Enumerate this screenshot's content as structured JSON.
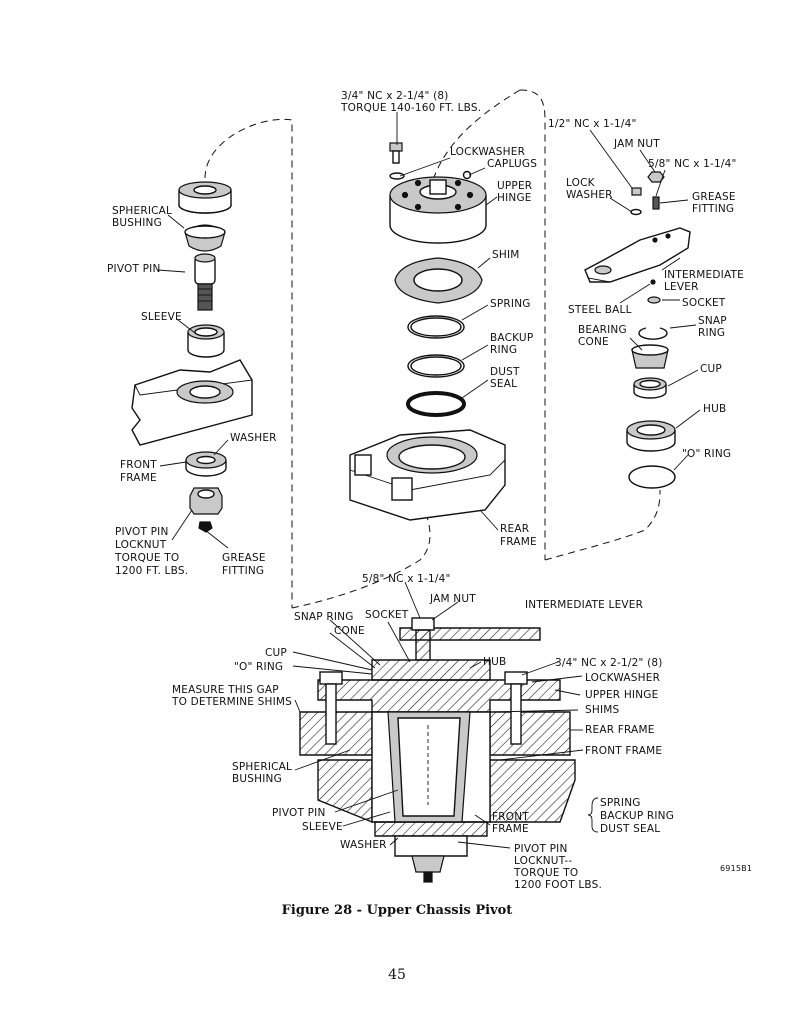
{
  "figure": {
    "caption": "Figure 28 - Upper Chassis Pivot",
    "code": "6915B1",
    "page_number": "45"
  },
  "labels": {
    "spherical_bushing": [
      "SPHERICAL",
      "BUSHING"
    ],
    "pivot_pin": "PIVOT PIN",
    "sleeve": "SLEEVE",
    "front_frame": [
      "FRONT",
      "FRAME"
    ],
    "washer": "WASHER",
    "pivot_pin_locknut": [
      "PIVOT PIN",
      "LOCKNUT",
      "TORQUE TO",
      "1200 FT. LBS."
    ],
    "grease_fitting_left": [
      "GREASE",
      "FITTING"
    ],
    "bolt_top": [
      "3/4\" NC x 2-1/4\" (8)",
      "TORQUE 140-160 FT. LBS."
    ],
    "lockwasher": "LOCKWASHER",
    "caplugs": "CAPLUGS",
    "upper_hinge": [
      "UPPER",
      "HINGE"
    ],
    "shim": "SHIM",
    "spring": "SPRING",
    "backup_ring": [
      "BACKUP",
      "RING"
    ],
    "dust_seal": [
      "DUST",
      "SEAL"
    ],
    "rear_frame": [
      "REAR",
      "FRAME"
    ],
    "half_bolt": "1/2\" NC x 1-1/4\"",
    "jam_nut": "JAM NUT",
    "five_eighths_bolt": "5/8\" NC x 1-1/4\"",
    "lock_washer": [
      "LOCK",
      "WASHER"
    ],
    "grease_fitting_right": [
      "GREASE",
      "FITTING"
    ],
    "intermediate_lever": [
      "INTERMEDIATE",
      "LEVER"
    ],
    "steel_ball": "STEEL BALL",
    "socket": "SOCKET",
    "bearing_cone": [
      "BEARING",
      "CONE"
    ],
    "snap_ring": [
      "SNAP",
      "RING"
    ],
    "cup": "CUP",
    "hub": "HUB",
    "o_ring": "\"O\" RING"
  },
  "section_labels": {
    "five_eighths_bolt": "5/8\" NC x 1-1/4\"",
    "jam_nut": "JAM NUT",
    "snap_ring": "SNAP RING",
    "socket": "SOCKET",
    "intermediate_lever": "INTERMEDIATE LEVER",
    "cone": "CONE",
    "cup": "CUP",
    "o_ring": "\"O\" RING",
    "hub": "HUB",
    "bolt": "3/4\" NC x 2-1/2\" (8)",
    "measure_gap": [
      "MEASURE THIS GAP",
      "TO DETERMINE SHIMS"
    ],
    "lockwasher": "LOCKWASHER",
    "upper_hinge": "UPPER HINGE",
    "shims": "SHIMS",
    "rear_frame": "REAR FRAME",
    "front_frame_right": "FRONT FRAME",
    "spherical_bushing": [
      "SPHERICAL",
      "BUSHING"
    ],
    "spring_group": [
      "SPRING",
      "BACKUP RING",
      "DUST SEAL"
    ],
    "pivot_pin": "PIVOT PIN",
    "sleeve": "SLEEVE",
    "front_frame_bottom": [
      "FRONT",
      "FRAME"
    ],
    "washer": "WASHER",
    "locknut": [
      "PIVOT PIN",
      "LOCKNUT--",
      "TORQUE TO",
      "1200 FOOT LBS."
    ]
  }
}
